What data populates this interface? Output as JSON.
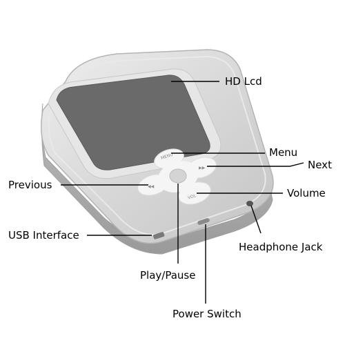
{
  "labels": {
    "hd_lcd": "HD Lcd",
    "menu": "Menu",
    "next": "Next",
    "previous": "Previous",
    "volume": "Volume",
    "usb_interface": "USB Interface",
    "headphone_jack": "Headphone Jack",
    "play_pause": "Play/Pause",
    "power_switch": "Power Switch"
  },
  "device": {
    "menu_marking": "MENU",
    "volume_marking": "VOL"
  },
  "colors": {
    "body": "#d9d9d9",
    "screen": "#6b6b6b",
    "wheel": "#f4f4f4",
    "lines": "#000000"
  }
}
